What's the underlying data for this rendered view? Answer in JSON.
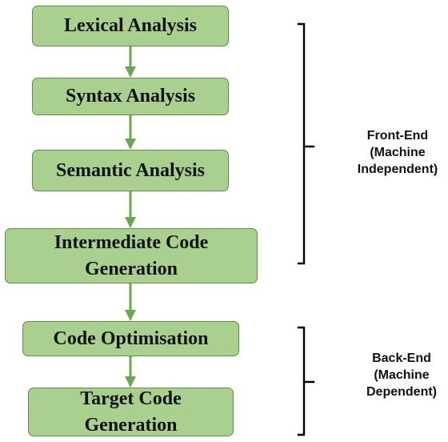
{
  "stages": [
    {
      "label": "Lexical Analysis"
    },
    {
      "label": "Syntax Analysis"
    },
    {
      "label": "Semantic Analysis"
    },
    {
      "label": "Intermediate Code\nGeneration"
    },
    {
      "label": "Code Optimisation"
    },
    {
      "label": "Target Code\nGeneration"
    }
  ],
  "groups": {
    "front_end": {
      "label": "Front-End\n(Machine\nIndependent)"
    },
    "back_end": {
      "label": "Back-End\n(Machine\nDependent)"
    }
  },
  "colors": {
    "box_fill": "#a9d08e",
    "box_border": "#5e8f45",
    "arrow": "#6aa84f",
    "bracket": "#000000",
    "text": "#111111"
  }
}
